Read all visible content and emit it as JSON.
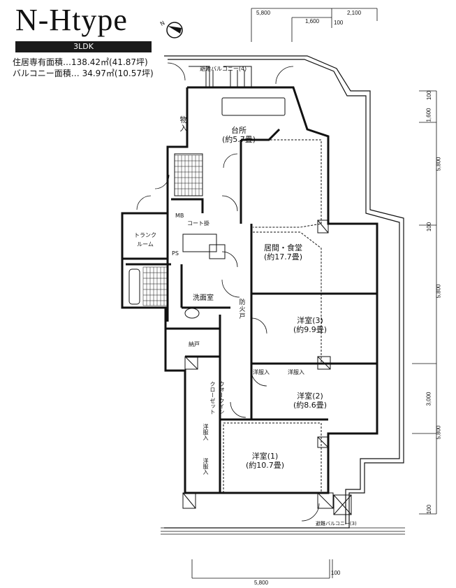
{
  "header": {
    "title": "N-Htype",
    "layout_badge": "3LDK",
    "compass_label": "N",
    "floor_area": "住居専有面積…138.42㎡(41.87坪)",
    "balcony_area": "バルコニー面積…  34.97㎡(10.57坪)"
  },
  "rooms": {
    "balcony4": "避難バルコニー(4)",
    "balcony3": "避難バルコニー(3)",
    "storage": "物入",
    "kitchen": "台所",
    "kitchen_size": "(約5.7畳)",
    "mb": "MB",
    "trunk_room": "トランク\nルーム",
    "ps": "PS",
    "washroom": "洗面室",
    "fire_door": "防火戸",
    "living": "居間・食堂",
    "living_size": "(約17.7畳)",
    "closet_room": "納戸",
    "western3": "洋室(3)",
    "western3_size": "(約9.9畳)",
    "clothes1": "洋服入",
    "clothes2": "洋服入",
    "clothes3": "洋服入",
    "clothes4": "洋服入",
    "walkin": "ウォークイン\nクローゼット",
    "western2": "洋室(2)",
    "western2_size": "(約8.6畳)",
    "western1": "洋室(1)",
    "western1_size": "(約10.7畳)",
    "coat": "コート掛"
  },
  "dimensions": {
    "top_left": "5,800",
    "top_right": "2,100",
    "top_inner": "1,600",
    "top_gap": "100",
    "right_1": "100",
    "right_2": "1,600",
    "right_3": "5,800",
    "right_4": "100",
    "right_5": "5,800",
    "right_6": "3,000",
    "right_7": "5,800",
    "right_8": "100",
    "bottom": "5,800",
    "bottom_gap": "100"
  }
}
